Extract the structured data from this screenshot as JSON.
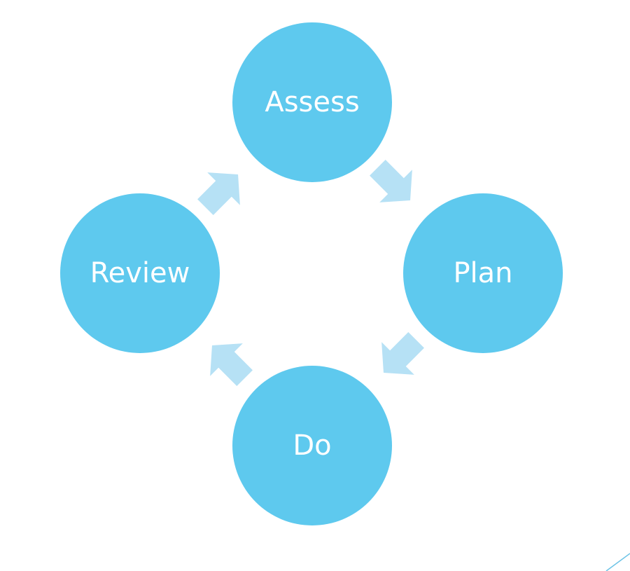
{
  "diagram": {
    "stages": [
      {
        "label": "Assess"
      },
      {
        "label": "Plan"
      },
      {
        "label": "Do"
      },
      {
        "label": "Review"
      }
    ],
    "colors": {
      "circle_fill": "#5ec9ee",
      "arrow_fill": "#b6e1f5",
      "label_color": "#ffffff"
    }
  }
}
